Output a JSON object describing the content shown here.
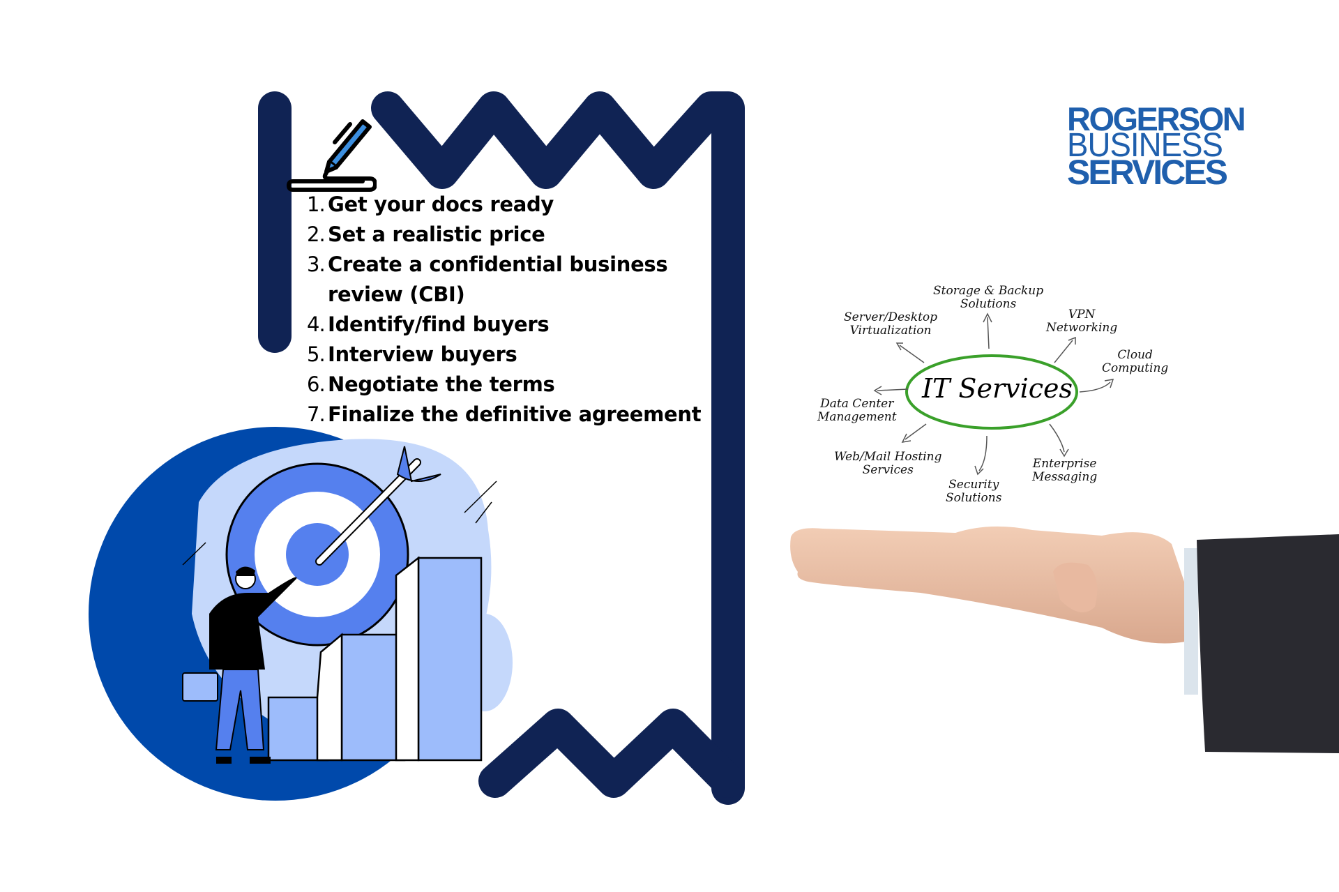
{
  "steps": {
    "items": [
      {
        "num": "1.",
        "text": "Get your docs ready"
      },
      {
        "num": "2.",
        "text": "Set a realistic price"
      },
      {
        "num": "3.",
        "text": "Create a confidential business review (CBI)"
      },
      {
        "num": "4.",
        "text": "Identify/find buyers"
      },
      {
        "num": "5.",
        "text": "Interview buyers"
      },
      {
        "num": "6.",
        "text": "Negotiate the terms"
      },
      {
        "num": "7.",
        "text": "Finalize the definitive agreement"
      }
    ]
  },
  "logo": {
    "line1": "ROGERSON",
    "line2": "BUSINESS",
    "line3": "SERVICES",
    "color": "#1f5fad"
  },
  "it_diagram": {
    "center": "IT Services",
    "labels": {
      "storage": "Storage & Backup\nSolutions",
      "server": "Server/Desktop\nVirtualization",
      "vpn": "VPN\nNetworking",
      "cloud": "Cloud\nComputing",
      "datacenter": "Data Center\nManagement",
      "webmail": "Web/Mail Hosting\nServices",
      "security": "Security\nSolutions",
      "enterprise": "Enterprise\nMessaging"
    },
    "ellipse_color": "#3aa02a"
  },
  "colors": {
    "frame_navy": "#102354",
    "royal_blue": "#0049ab",
    "light_blue": "#c5d8fb",
    "mid_blue": "#5580ee",
    "bar_blue": "#9dbcfb",
    "pen_blue": "#3c8fe0"
  }
}
